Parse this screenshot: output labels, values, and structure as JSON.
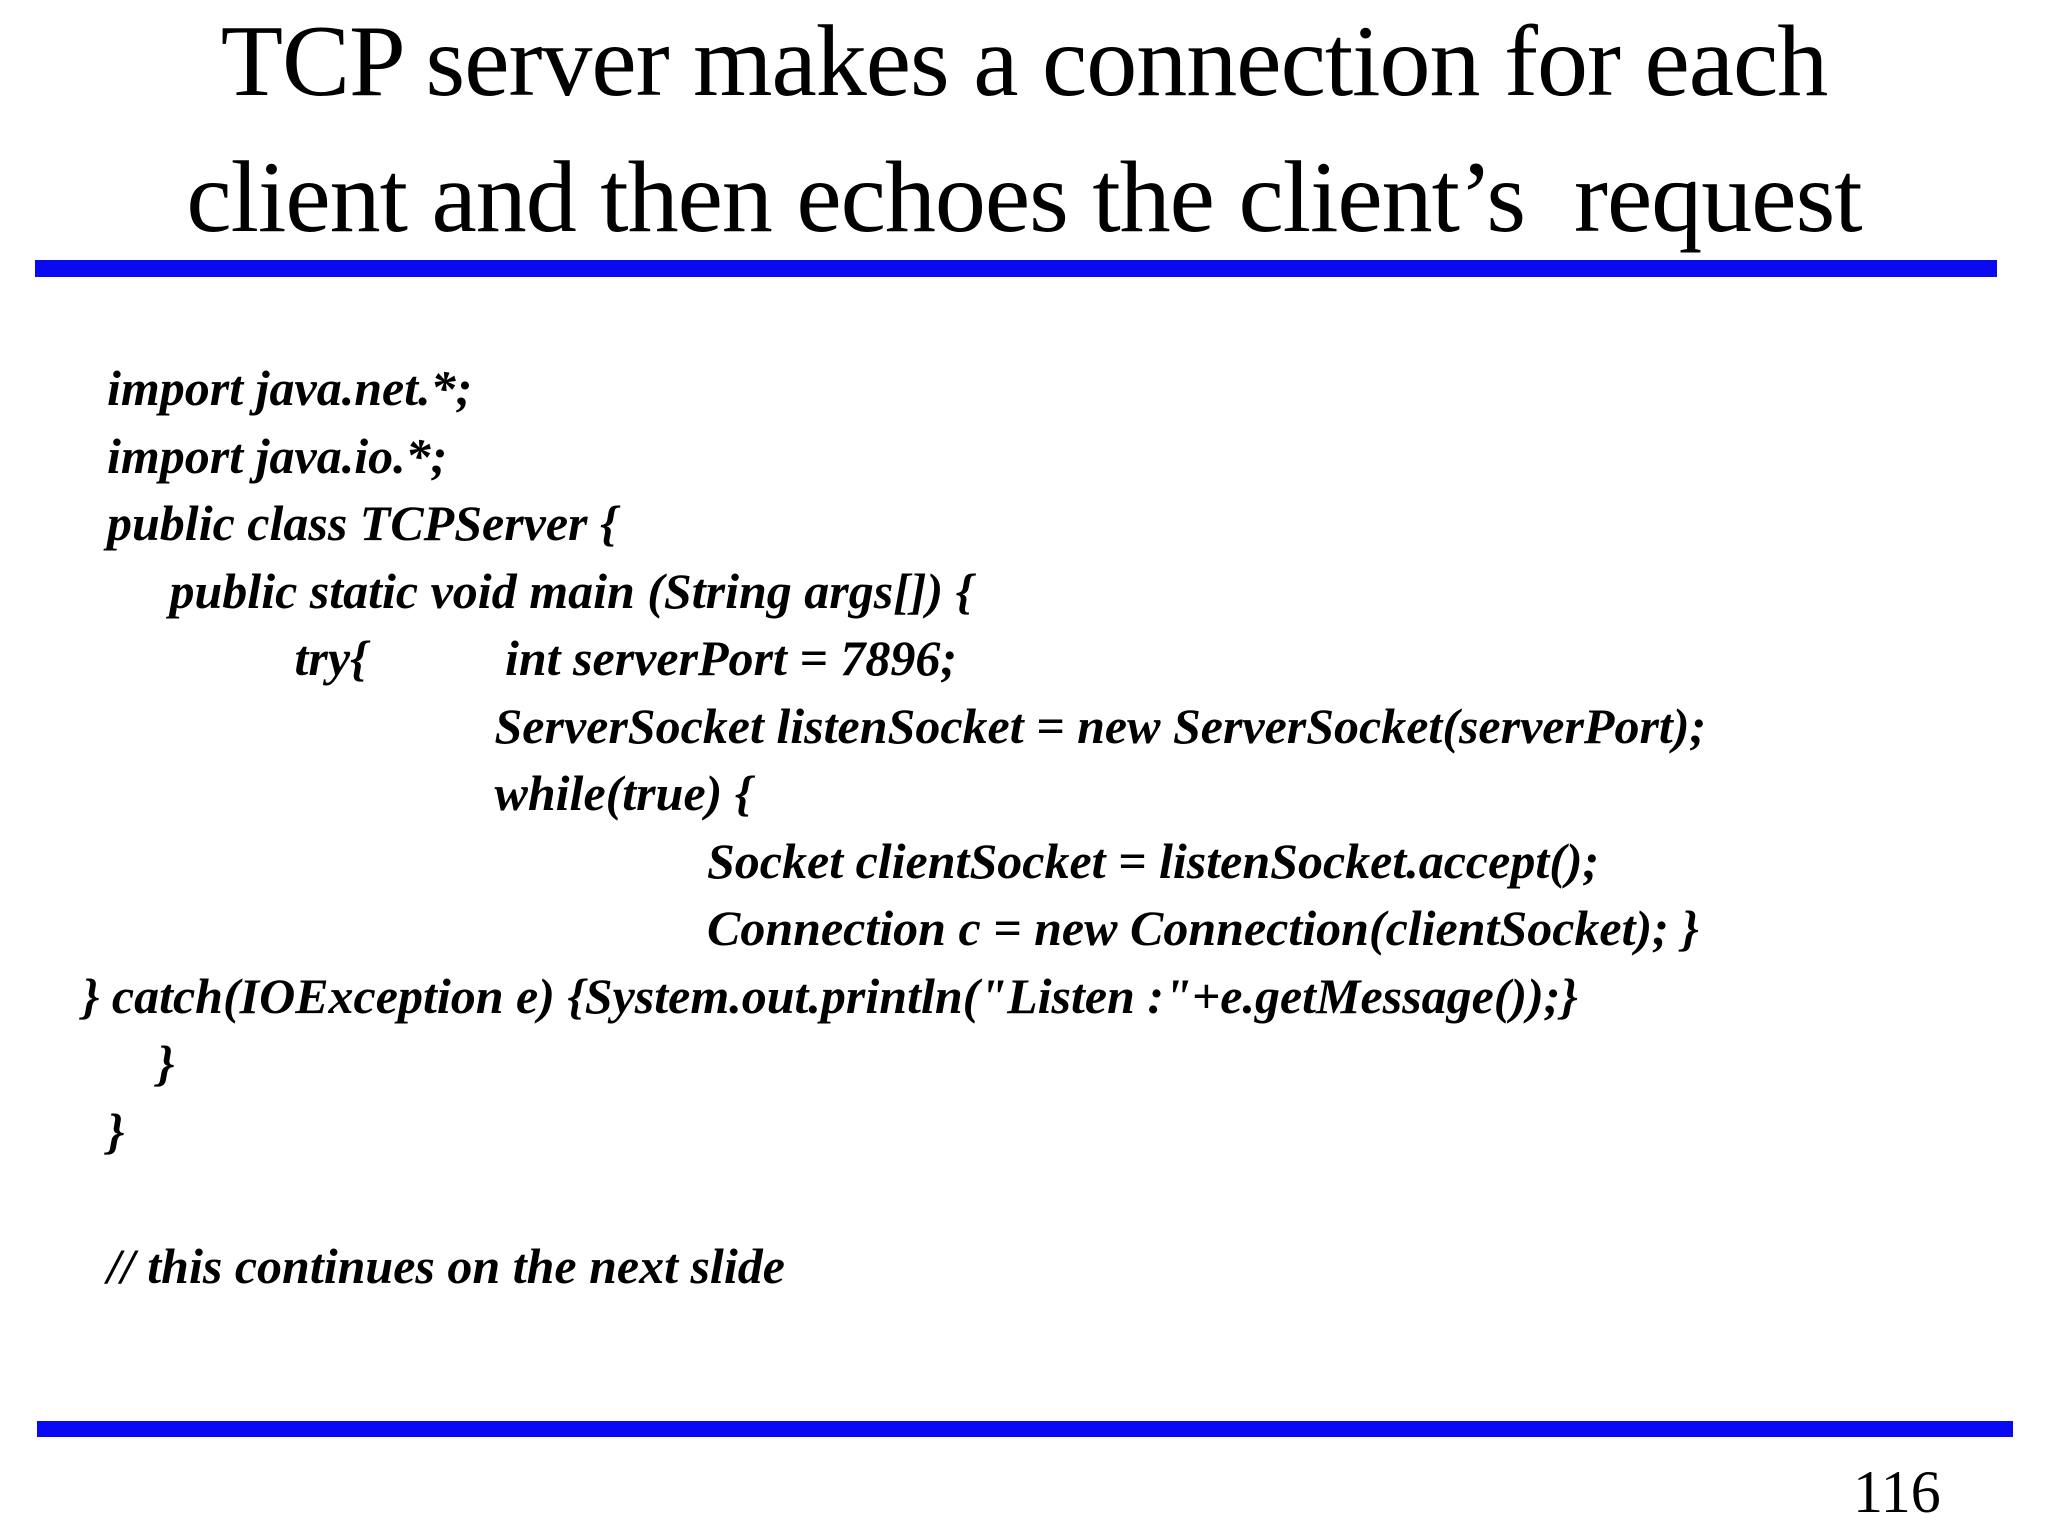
{
  "slide": {
    "title": {
      "line1": "TCP server makes a connection for each",
      "line2": "client and then echoes the client’s  request"
    },
    "code_lines": [
      "  import java.net.*;",
      "  import java.io.*;",
      "  public class TCPServer {",
      "       public static void main (String args[]) {",
      "                 try{           int serverPort = 7896;",
      "                                 ServerSocket listenSocket = new ServerSocket(serverPort);",
      "                                 while(true) {",
      "                                                  Socket clientSocket = listenSocket.accept();",
      "                                                  Connection c = new Connection(clientSocket); }",
      "} catch(IOException e) {System.out.println(\"Listen :\"+e.getMessage());}",
      "      }",
      "  }",
      "",
      "  // this continues on the next slide"
    ],
    "page_number": "116",
    "colors": {
      "rule_blue": "#0A0AF2",
      "text": "#000000",
      "background": "#FFFFFF"
    }
  }
}
